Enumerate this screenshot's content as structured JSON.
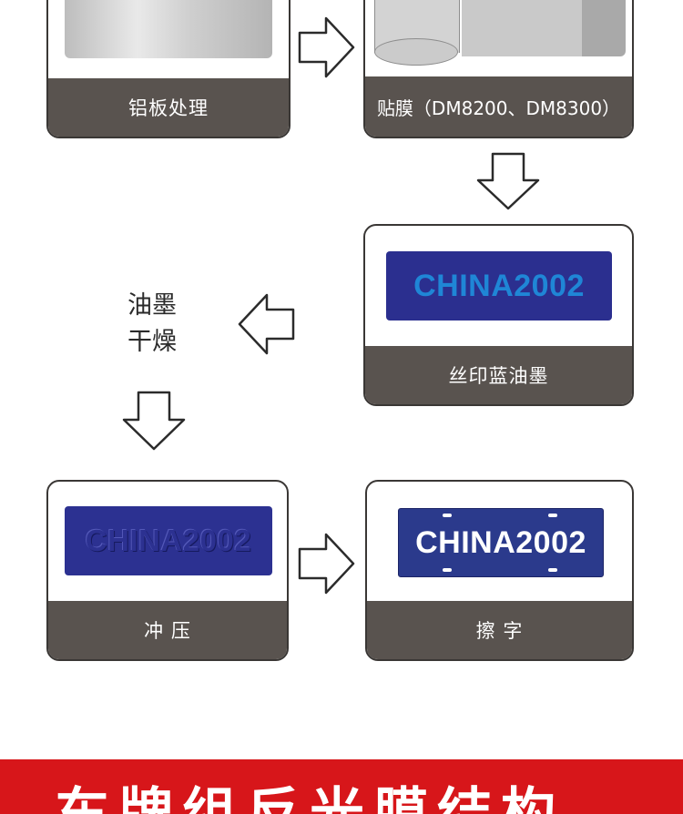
{
  "steps": {
    "aluminum": {
      "caption": "铝板处理"
    },
    "film": {
      "caption": "贴膜（DM8200、DM8300）"
    },
    "print": {
      "caption": "丝印蓝油墨",
      "plate_text": "CHINA2002"
    },
    "stamp": {
      "caption": "冲 压",
      "plate_text": "CHINA2002"
    },
    "wipe": {
      "caption": "擦 字",
      "plate_text": "CHINA2002"
    }
  },
  "dry_label": {
    "line1": "油墨",
    "line2": "干燥"
  },
  "banner": {
    "text": "车牌组反光膜结构"
  },
  "colors": {
    "caption_bg": "#59534f",
    "plate_blue": "#2b2f8f",
    "print_text": "#1f86d6",
    "banner_red": "#d7161a"
  }
}
